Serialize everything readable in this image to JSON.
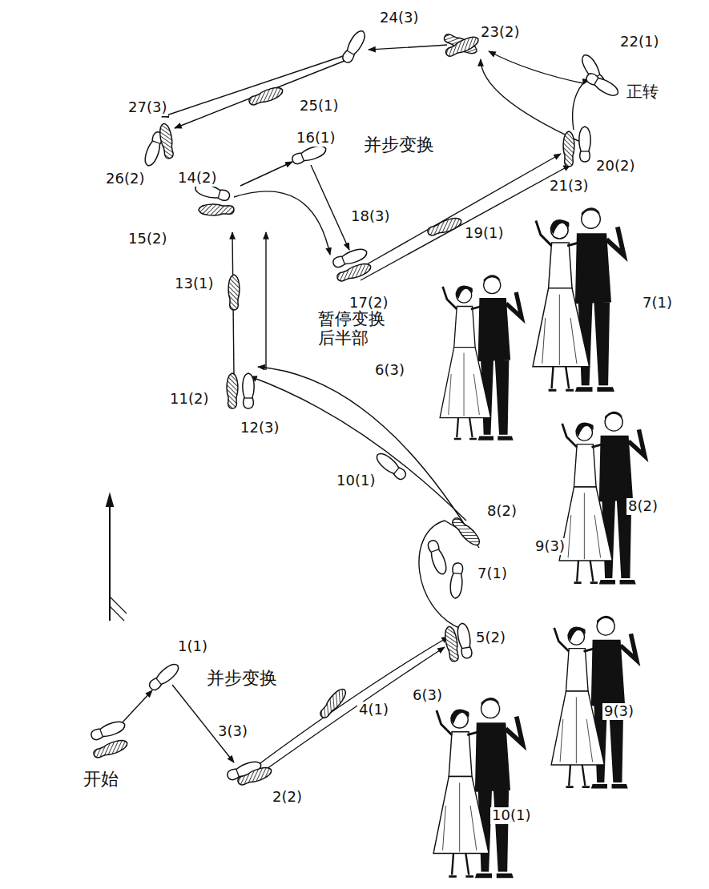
{
  "diagram": {
    "labels": [
      "24(3)",
      "23(2)",
      "22(1)",
      "正转",
      "27(3)",
      "25(1)",
      "16(1)",
      "并步变换",
      "26(2)",
      "14(2)",
      "20(2)",
      "21(3)",
      "15(2)",
      "18(3)",
      "19(1)",
      "13(1)",
      "17(2)",
      "暂停变换 后半部",
      "7(1)",
      "6(3)",
      "11(2)",
      "12(3)",
      "10(1)",
      "8(2)",
      "8(2)",
      "9(3)",
      "7(1)",
      "1(1)",
      "5(2)",
      "9(3)",
      "并步变换",
      "3(3)",
      "6(3)",
      "4(1)",
      "开始",
      "2(2)",
      "10(1)"
    ]
  }
}
